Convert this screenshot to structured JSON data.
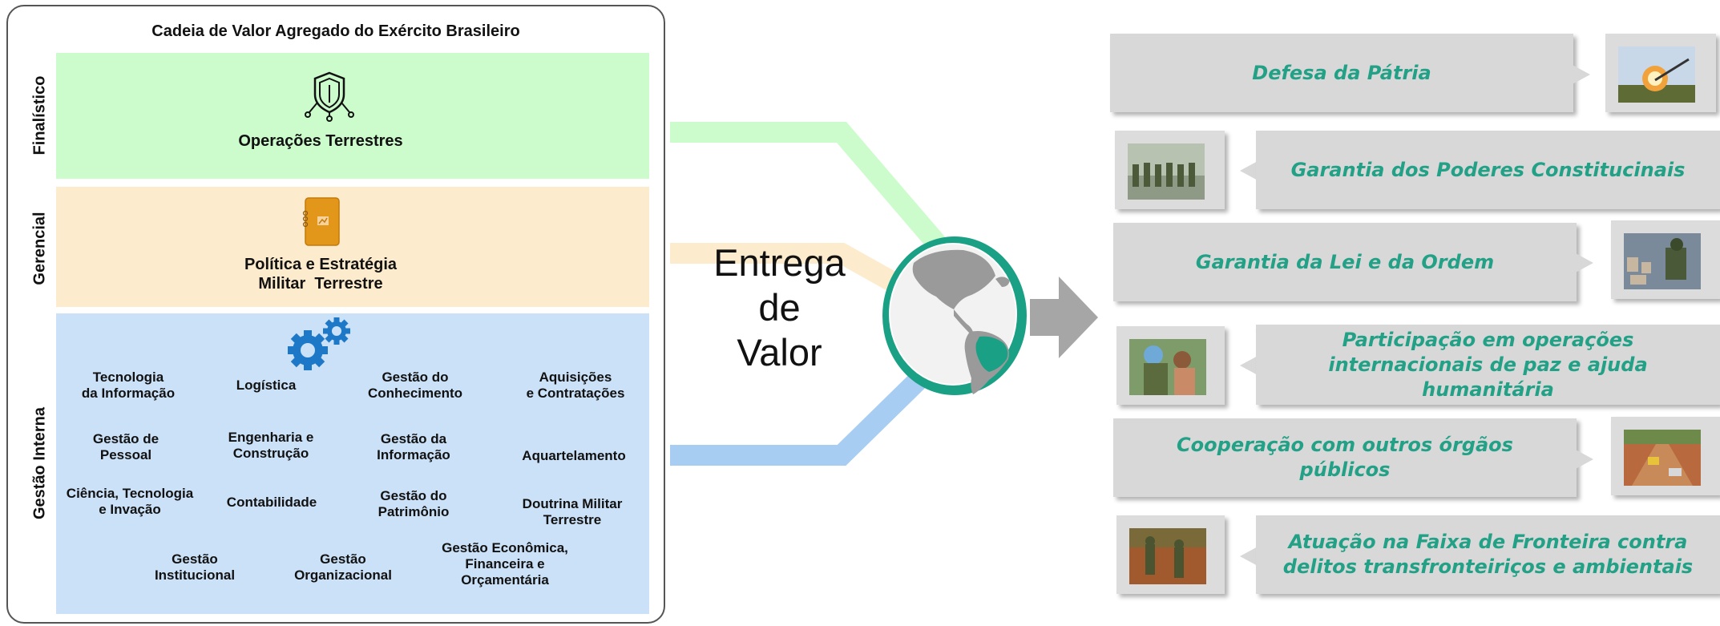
{
  "left_panel": {
    "title": "Cadeia de Valor Agregado do Exército Brasileiro",
    "finalistico": {
      "label": "Finalístico",
      "text": "Operações Terrestres",
      "icon": "shield-network-icon"
    },
    "gerencial": {
      "label": "Gerencial",
      "line1": "Política e Estratégia",
      "line2": "Militar  Terrestre",
      "icon": "notebook-icon"
    },
    "gestao_interna": {
      "label": "Gestão Interna",
      "icon": "gears-icon",
      "items": [
        {
          "l1": "Tecnologia",
          "l2": "da Informação"
        },
        {
          "l1": "Logística",
          "l2": ""
        },
        {
          "l1": "Gestão do",
          "l2": "Conhecimento"
        },
        {
          "l1": "Aquisições",
          "l2": "e Contratações"
        },
        {
          "l1": "Gestão de",
          "l2": "Pessoal"
        },
        {
          "l1": "Engenharia e",
          "l2": "Construção"
        },
        {
          "l1": "Gestão da",
          "l2": "Informação"
        },
        {
          "l1": "Aquartelamento",
          "l2": ""
        },
        {
          "l1": "Ciência, Tecnologia",
          "l2": "e Invação"
        },
        {
          "l1": "Contabilidade",
          "l2": ""
        },
        {
          "l1": "Gestão do",
          "l2": "Patrimônio"
        },
        {
          "l1": "Doutrina Militar",
          "l2": "Terrestre"
        },
        {
          "l1": "Gestão",
          "l2": "Institucional"
        },
        {
          "l1": "Gestão",
          "l2": "Organizacional"
        },
        {
          "l1": "Gestão Econômica,",
          "l2": "Financeira e",
          "l3": "Orçamentária"
        }
      ]
    }
  },
  "center": {
    "line1": "Entrega",
    "line2": "de",
    "line3": "Valor",
    "globe_icon": "globe-brazil-icon",
    "arrow_icon": "arrow-right-icon"
  },
  "colors": {
    "green_band": "#ccfccc",
    "orange_band": "#fdebcd",
    "blue_band": "#cbe1f8",
    "accent_teal": "#23a187",
    "card_gray": "#d8d8d8"
  },
  "cards": [
    {
      "l1": "Defesa da Pátria",
      "l2": "",
      "l3": "",
      "photo": "artillery-photo"
    },
    {
      "l1": "Garantia dos Poderes Constitucinais",
      "l2": "",
      "l3": "",
      "photo": "troops-formation-photo"
    },
    {
      "l1": "Garantia da Lei e da Ordem",
      "l2": "",
      "l3": "",
      "photo": "soldier-city-photo"
    },
    {
      "l1": "Participação em operações",
      "l2": "internacionais de paz e ajuda",
      "l3": "humanitária",
      "photo": "peacekeeper-photo"
    },
    {
      "l1": "Cooperação com outros órgãos",
      "l2": "públicos",
      "l3": "",
      "photo": "road-works-photo"
    },
    {
      "l1": "Atuação na Faixa de Fronteira contra",
      "l2": "delitos transfronteiriços e ambientais",
      "l3": "",
      "photo": "border-patrol-photo"
    }
  ]
}
